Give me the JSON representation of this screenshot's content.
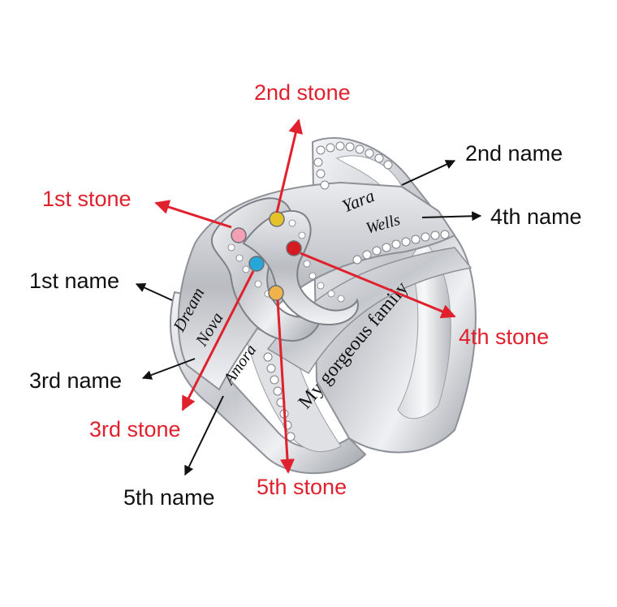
{
  "colors": {
    "stone_arrow": "#e0202c",
    "name_arrow": "#111111",
    "metal": "#c9cbcf"
  },
  "labels": {
    "stone_1": "1st stone",
    "stone_2": "2nd stone",
    "stone_3": "3rd stone",
    "stone_4": "4th stone",
    "stone_5": "5th stone",
    "name_1": "1st name",
    "name_2": "2nd name",
    "name_3": "3rd name",
    "name_4": "4th name",
    "name_5": "5th name"
  },
  "engravings": {
    "name_1": "Dream",
    "name_2": "Yara",
    "name_3": "Nova",
    "name_4": "Wells",
    "name_5": "Amora",
    "inner": "My gorgeous family"
  },
  "stones": [
    {
      "name": "1st stone",
      "color": "#f4a0b4"
    },
    {
      "name": "2nd stone",
      "color": "#e6c22a"
    },
    {
      "name": "3rd stone",
      "color": "#27a6d9"
    },
    {
      "name": "4th stone",
      "color": "#d51a22"
    },
    {
      "name": "5th stone",
      "color": "#f0b24a"
    }
  ]
}
